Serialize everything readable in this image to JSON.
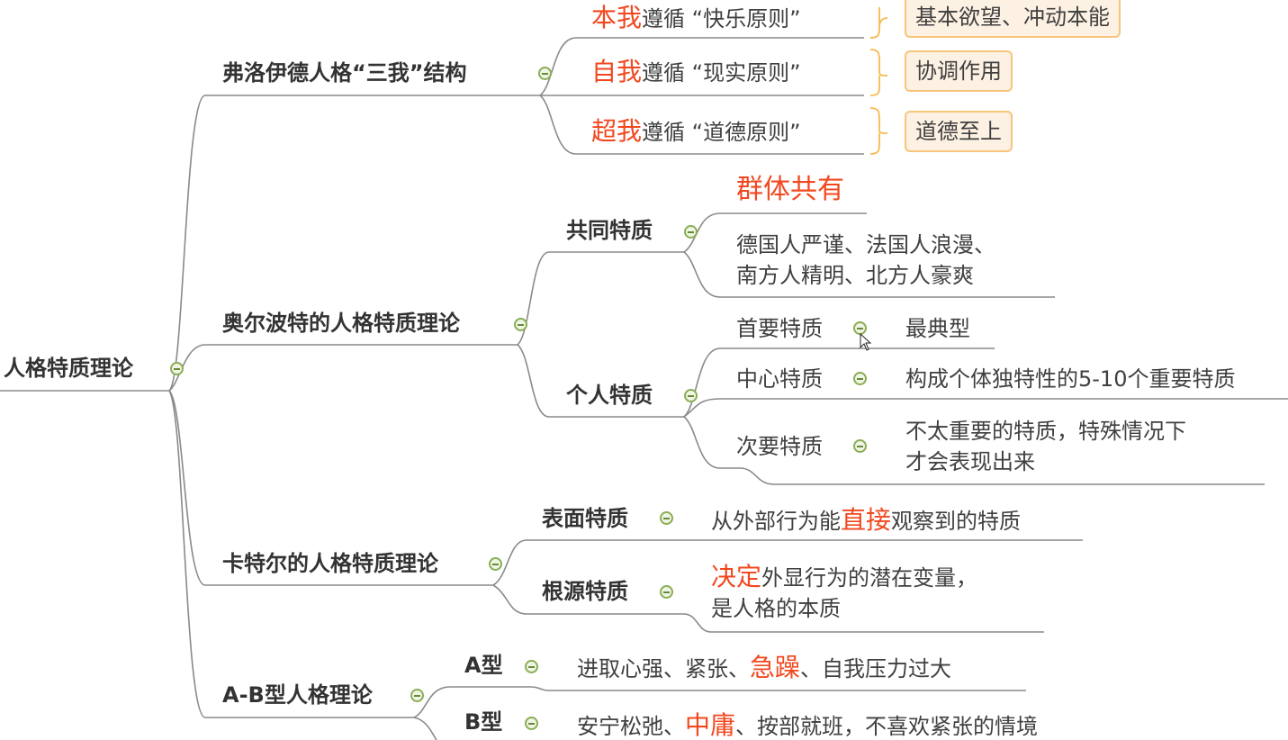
{
  "root": {
    "label": "人格特质理论"
  },
  "branches": {
    "freud": {
      "label": "弗洛伊德人格“三我”结构",
      "items": [
        {
          "red": "本我",
          "rest": "遵循 “快乐原则”",
          "note": "基本欲望、冲动本能"
        },
        {
          "red": "自我",
          "rest": "遵循 “现实原则”",
          "note": "协调作用"
        },
        {
          "red": "超我",
          "rest": "遵循 “道德原则”",
          "note": "道德至上"
        }
      ]
    },
    "allport": {
      "label": "奥尔波特的人格特质理论",
      "common": {
        "label": "共同特质",
        "highlight": "群体共有",
        "example_line1": "德国人严谨、法国人浪漫、",
        "example_line2": "南方人精明、北方人豪爽"
      },
      "personal": {
        "label": "个人特质",
        "items": [
          {
            "label": "首要特质",
            "desc": "最典型"
          },
          {
            "label": "中心特质",
            "desc": "构成个体独特性的5-10个重要特质"
          },
          {
            "label": "次要特质",
            "desc_line1": "不太重要的特质，特殊情况下",
            "desc_line2": "才会表现出来"
          }
        ]
      }
    },
    "cattell": {
      "label": "卡特尔的人格特质理论",
      "surface": {
        "label": "表面特质",
        "pre": "从外部行为能",
        "red": "直接",
        "post": "观察到的特质"
      },
      "source": {
        "label": "根源特质",
        "red": "决定",
        "line1_rest": "外显行为的潜在变量，",
        "line2": "是人格的本质"
      }
    },
    "ab": {
      "label": "A-B型人格理论",
      "a": {
        "label": "A型",
        "pre": "进取心强、紧张、",
        "red": "急躁",
        "post": "、自我压力过大"
      },
      "b": {
        "label": "B型",
        "pre": "安宁松弛、",
        "red": "中庸",
        "post": "、按部就班，不喜欢紧张的情境"
      }
    }
  },
  "colors": {
    "accent_red": "#f2481f",
    "line": "#8a8a8a",
    "collapse_green": "#8aad55",
    "note_border": "#f6c47b",
    "note_fill": "#fdf1e3",
    "brace": "#f6b94e"
  }
}
